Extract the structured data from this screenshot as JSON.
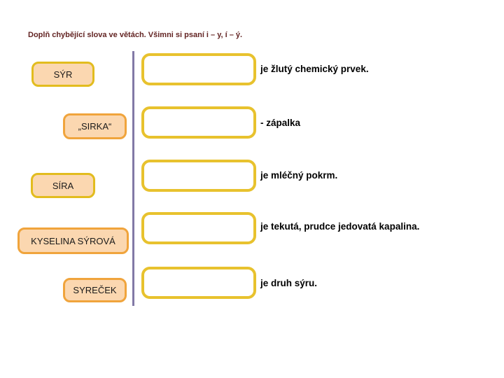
{
  "title": {
    "text": "Doplň chybějící slova ve větách. Všimni si psaní i – y, í – ý.",
    "color": "#632423"
  },
  "colors": {
    "background": "#FFFFFF",
    "word_card_fill": "#FBD7B0",
    "word_card_border_gold": "#E2BC1E",
    "word_card_border_orange": "#F0A43C",
    "answer_blank_border": "#E8C22E",
    "answer_blank_fill": "#FFFFFF",
    "divider_line": "#8279A6",
    "sentence_text": "#000000"
  },
  "rows": [
    {
      "label": "SÝR",
      "answer_value": "",
      "sentence": "je žlutý chemický prvek."
    },
    {
      "label": "„SIRKA“",
      "answer_value": "",
      "sentence": "- zápalka"
    },
    {
      "label": "SÍRA",
      "answer_value": "",
      "sentence": "je mléčný pokrm."
    },
    {
      "label": "KYSELINA SÝROVÁ",
      "answer_value": "",
      "sentence": "je tekutá, prudce jedovatá kapalina."
    },
    {
      "label": "SYREČEK",
      "answer_value": "",
      "sentence": "je druh sýru."
    }
  ]
}
